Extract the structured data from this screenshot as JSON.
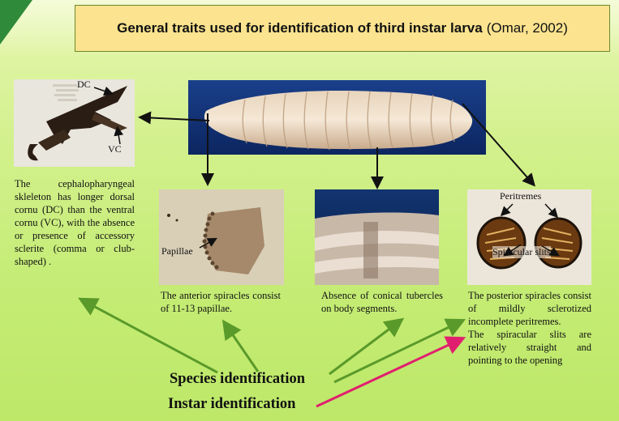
{
  "title": {
    "main": "General traits used for identification of third instar larva",
    "citation": "(Omar, 2002)"
  },
  "photos": {
    "skeleton": {
      "dc_label": "DC",
      "vc_label": "VC"
    },
    "anterior": {
      "papillae_label": "Papillae"
    },
    "posterior": {
      "peritremes_label": "Peritremes",
      "slits_label": "Spiracular slits"
    }
  },
  "captions": {
    "skeleton": "The cephalopharyngeal skleleton has longer dorsal cornu (DC) than the ventral cornu (VC), with the absence or presence of accessory sclerite (comma or club-shaped) .",
    "anterior": "The anterior spiracles consist of 11-13 papillae.",
    "tubercles": "Absence of conical tubercles on body segments.",
    "posterior_1": "The posterior spiracles consist of mildly sclerotized incomplete peritremes.",
    "posterior_2": "The spiracular slits are relatively straight and pointing to the opening"
  },
  "identification": {
    "species": "Species identification",
    "instar": "Instar identification"
  },
  "colors": {
    "species_arrow": "#5a9a2a",
    "instar_arrow": "#e0206e",
    "title_fill": "#fbe38f"
  }
}
